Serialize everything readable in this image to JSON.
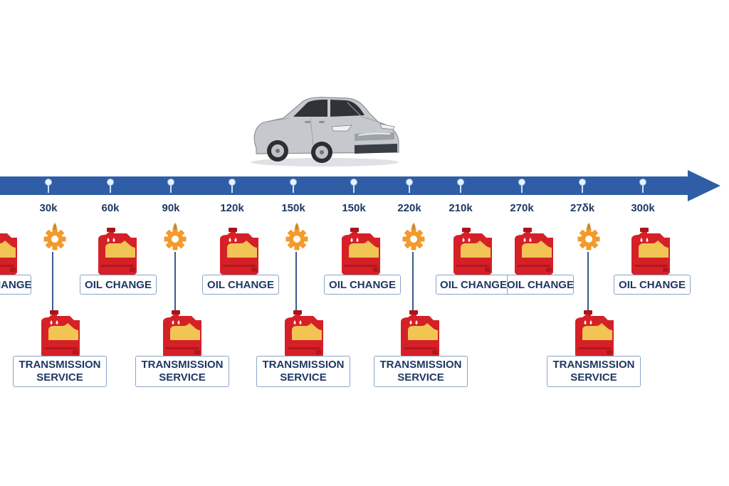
{
  "colors": {
    "timeline": "#2f5ea6",
    "label_text": "#1f3864",
    "can_red": "#d62027",
    "can_panel": "#f1c453",
    "gear": "#f39a2c",
    "car_body": "#c5c8cc"
  },
  "icons": {
    "vehicle": "sedan-car-icon",
    "oil": "oil-can-icon",
    "gear": "gear-oil-drop-icon"
  },
  "mileage_ticks": [
    "30k",
    "60k",
    "90k",
    "120k",
    "150k",
    "150k",
    "220k",
    "210k",
    "270k",
    "27δk",
    "300k"
  ],
  "oil_changes": [
    {
      "label": "OIL CHANGE",
      "display": "CHANGE"
    },
    {
      "label": "OIL CHANGE",
      "display": "OIL CHANGE"
    },
    {
      "label": "OIL CHANGE",
      "display": "OIL CHANGE"
    },
    {
      "label": "OIL CHANGE",
      "display": "OIL CHANGE"
    },
    {
      "label": "OIL CHANGE",
      "display": "OIL CHANGE"
    },
    {
      "label": "OIL CHANGE",
      "display": "OIL CHANGE"
    },
    {
      "label": "OIL CHANGE",
      "display": "OIL CHANGE"
    }
  ],
  "transmission_services": [
    {
      "label": "TRANSMISSION\nSERVICE"
    },
    {
      "label": "TRANSMISSION\nSERVICE"
    },
    {
      "label": "TRANSMISSION\nSERVICE"
    },
    {
      "label": "TRANSMISSION\nSERVICE"
    },
    {
      "label": "TRANSMISSION\nSERVICE"
    }
  ]
}
